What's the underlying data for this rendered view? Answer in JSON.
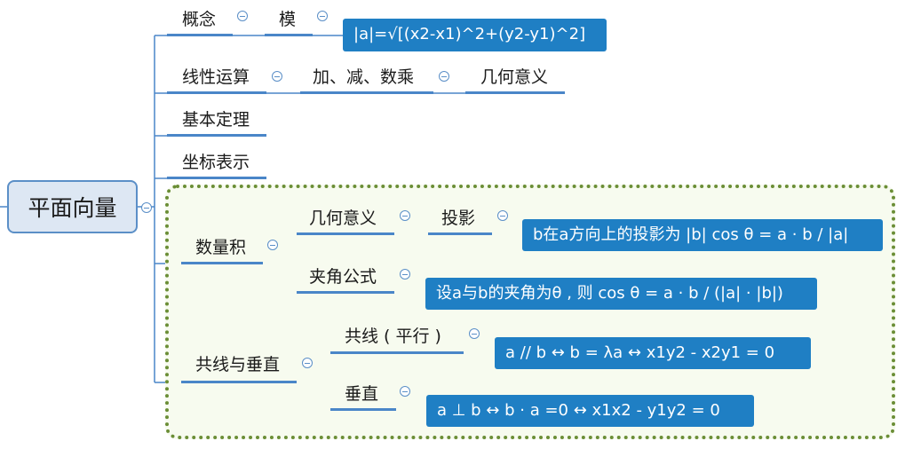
{
  "root": {
    "label": "平面向量"
  },
  "branches": {
    "concept": {
      "label": "概念",
      "child": "模",
      "formula": "|a|=√[(x2-x1)^2+(y2-y1)^2]"
    },
    "linear": {
      "label": "线性运算",
      "child": "加、减、数乘",
      "grandchild": "几何意义"
    },
    "theorem": {
      "label": "基本定理"
    },
    "coords": {
      "label": "坐标表示"
    },
    "dot": {
      "label": "数量积",
      "geo": {
        "label": "几何意义",
        "child": "投影",
        "formula": "b在a方向上的投影为 |b| cos θ = a · b / |a|"
      },
      "angle": {
        "label": "夹角公式",
        "formula": "设a与b的夹角为θ , 则 cos θ = a · b / (|a| · |b|)"
      }
    },
    "colperp": {
      "label": "共线与垂直",
      "parallel": {
        "label": "共线 ( 平行 )",
        "formula": "a // b ↔ b = λa  ↔  x1y2 - x2y1 = 0"
      },
      "perp": {
        "label": "垂直",
        "formula": "a ⊥ b ↔ b · a =0  ↔  x1x2 - y1y2 = 0"
      }
    }
  },
  "colors": {
    "line": "#4a86c8",
    "box": "#1f7fc4",
    "root_fill": "#dde7f3",
    "group_border": "#6b8e36"
  }
}
